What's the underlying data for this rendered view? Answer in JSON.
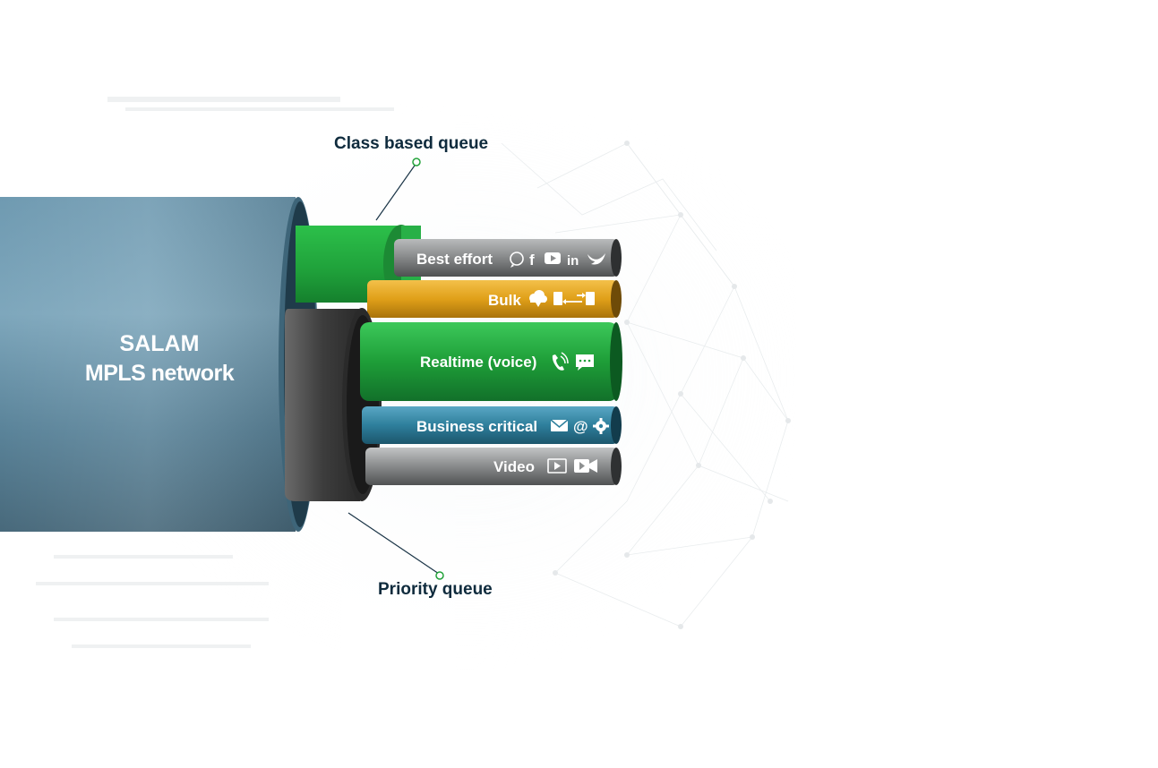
{
  "network_label": {
    "line1": "SALAM",
    "line2": "MPLS network"
  },
  "callouts": {
    "class_based": "Class based queue",
    "priority": "Priority queue"
  },
  "tubes": [
    {
      "label": "Best effort",
      "color": "#8a8c8d",
      "icons": [
        "whatsapp-icon",
        "facebook-icon",
        "youtube-icon",
        "linkedin-icon",
        "twitter-icon"
      ]
    },
    {
      "label": "Bulk",
      "color": "#e3a51a",
      "icons": [
        "cloud-download-icon",
        "file-transfer-icon"
      ]
    },
    {
      "label": "Realtime (voice)",
      "color": "#21a13a",
      "icons": [
        "phone-call-icon",
        "chat-bubble-icon"
      ]
    },
    {
      "label": "Business critical",
      "color": "#2e7f9c",
      "icons": [
        "email-icon",
        "at-sign-icon",
        "gear-icon"
      ]
    },
    {
      "label": "Video",
      "color": "#8d8f90",
      "icons": [
        "video-player-icon",
        "video-camera-icon"
      ]
    }
  ],
  "colors": {
    "outer_cable": "#5f8ba3",
    "class_sleeve": "#22a23a",
    "priority_sleeve": "#4a4a4a",
    "callout_line": "#1b3547",
    "callout_dot": "#22a23a",
    "text_dark": "#0f2b3d"
  }
}
